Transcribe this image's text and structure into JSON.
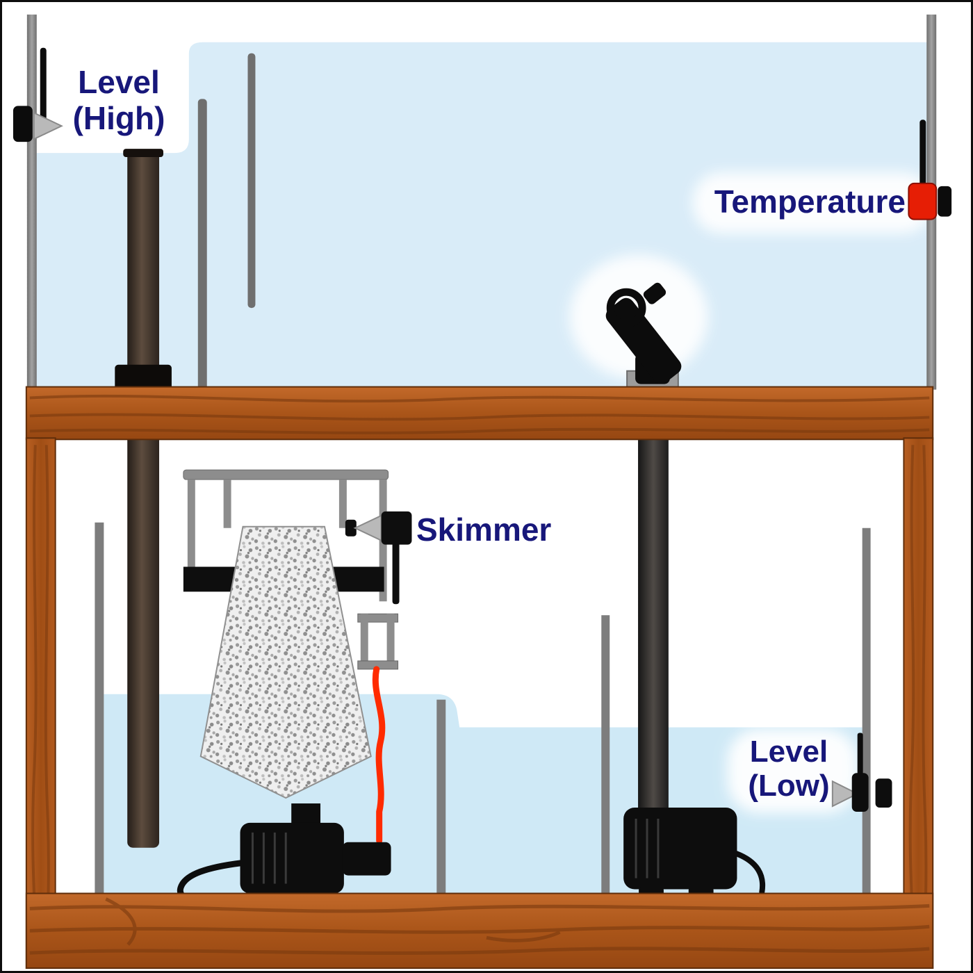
{
  "diagram": {
    "type": "aquarium-sump-monitoring-diagram",
    "labels": {
      "level_high": {
        "line1": "Level",
        "line2": "(High)"
      },
      "temperature": "Temperature",
      "skimmer": "Skimmer",
      "level_low": {
        "line1": "Level",
        "line2": "(Low)"
      }
    },
    "colors": {
      "water": "#d9ecf8",
      "sump_water": "#cfe9f6",
      "wood": "#aa5519",
      "wood_grain": "#7a3a0f",
      "glass": "#8a8a8a",
      "pipe": "#3a322c",
      "equipment_black": "#0d0d0d",
      "sensor_red": "#e61e05",
      "tube_red": "#ff2b00",
      "label_text": "#17177a"
    }
  }
}
